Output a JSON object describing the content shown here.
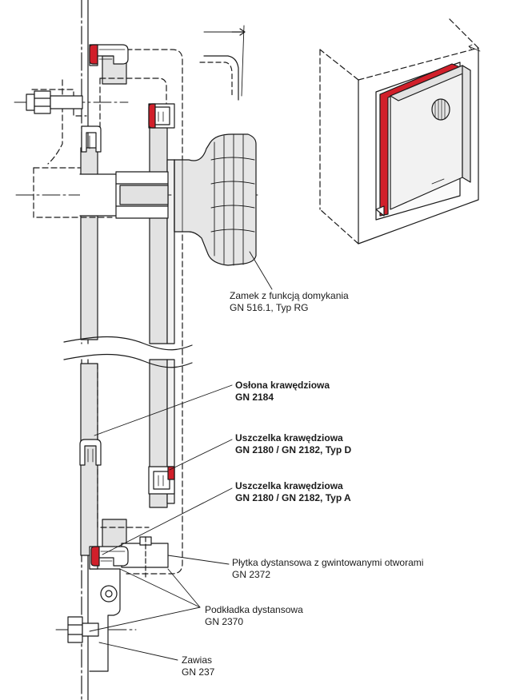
{
  "labels": {
    "lock": {
      "name": "Zamek z funkcją domykania",
      "code": "GN 516.1, Typ RG"
    },
    "edge_cover": {
      "name": "Osłona krawędziowa",
      "code": "GN 2184"
    },
    "edge_seal_d": {
      "name": "Uszczelka krawędziowa",
      "code": "GN 2180 / GN 2182, Typ D"
    },
    "edge_seal_a": {
      "name": "Uszczelka krawędziowa",
      "code": "GN 2180 / GN 2182, Typ A"
    },
    "spacer_plate": {
      "name": "Płytka dystansowa z gwintowanymi otworami",
      "code": "GN 2372"
    },
    "spacer_washer": {
      "name": "Podkładka dystansowa",
      "code": "GN 2370"
    },
    "hinge": {
      "name": "Zawias",
      "code": "GN 237"
    }
  },
  "colors": {
    "seal": "#d11f2a",
    "line": "#1a1a1a",
    "panel": "#e2e2e2",
    "knob": "#e6e6e6"
  }
}
